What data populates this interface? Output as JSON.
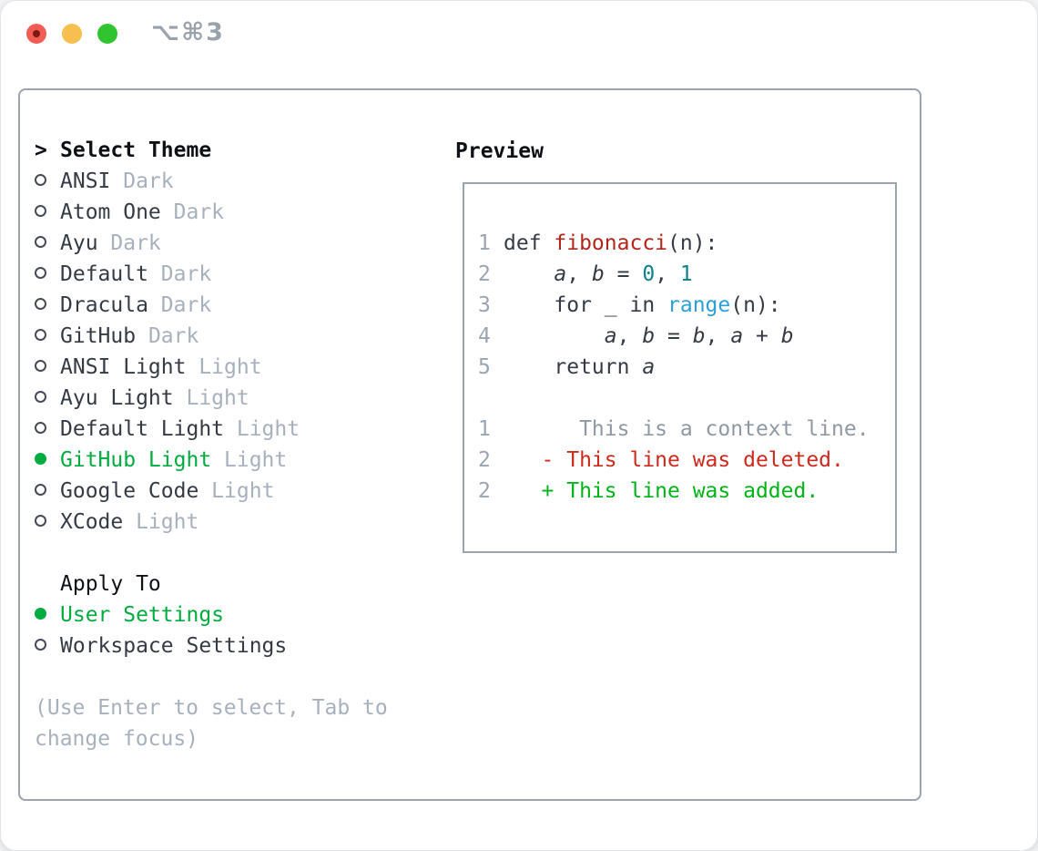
{
  "window": {
    "shortcut_label": "⌥⌘3"
  },
  "theme_list": {
    "prompt": ">",
    "header": "Select Theme",
    "items": [
      {
        "name": "ANSI",
        "variant": "Dark",
        "selected": false
      },
      {
        "name": "Atom One",
        "variant": "Dark",
        "selected": false
      },
      {
        "name": "Ayu",
        "variant": "Dark",
        "selected": false
      },
      {
        "name": "Default",
        "variant": "Dark",
        "selected": false
      },
      {
        "name": "Dracula",
        "variant": "Dark",
        "selected": false
      },
      {
        "name": "GitHub",
        "variant": "Dark",
        "selected": false
      },
      {
        "name": "ANSI Light",
        "variant": "Light",
        "selected": false
      },
      {
        "name": "Ayu Light",
        "variant": "Light",
        "selected": false
      },
      {
        "name": "Default Light",
        "variant": "Light",
        "selected": false
      },
      {
        "name": "GitHub Light",
        "variant": "Light",
        "selected": true
      },
      {
        "name": "Google Code",
        "variant": "Light",
        "selected": false
      },
      {
        "name": "XCode",
        "variant": "Light",
        "selected": false
      }
    ]
  },
  "apply_to": {
    "header": "Apply To",
    "options": [
      {
        "label": "User Settings",
        "selected": true
      },
      {
        "label": "Workspace Settings",
        "selected": false
      }
    ]
  },
  "hint": "(Use Enter to select, Tab to change focus)",
  "preview": {
    "header": "Preview",
    "lines": [
      {
        "num": "1",
        "spans": [
          {
            "t": "def ",
            "c": "fg"
          },
          {
            "t": "fibonacci",
            "c": "func"
          },
          {
            "t": "(n):",
            "c": "fg"
          }
        ]
      },
      {
        "num": "2",
        "spans": [
          {
            "t": "    ",
            "c": "fg"
          },
          {
            "t": "a",
            "c": "fg",
            "i": true
          },
          {
            "t": ", ",
            "c": "fg"
          },
          {
            "t": "b",
            "c": "fg",
            "i": true
          },
          {
            "t": " = ",
            "c": "fg"
          },
          {
            "t": "0",
            "c": "num"
          },
          {
            "t": ", ",
            "c": "fg"
          },
          {
            "t": "1",
            "c": "num"
          }
        ]
      },
      {
        "num": "3",
        "spans": [
          {
            "t": "    for _ in ",
            "c": "fg"
          },
          {
            "t": "range",
            "c": "call"
          },
          {
            "t": "(n):",
            "c": "fg"
          }
        ]
      },
      {
        "num": "4",
        "spans": [
          {
            "t": "        ",
            "c": "fg"
          },
          {
            "t": "a",
            "c": "fg",
            "i": true
          },
          {
            "t": ", ",
            "c": "fg"
          },
          {
            "t": "b",
            "c": "fg",
            "i": true
          },
          {
            "t": " = ",
            "c": "fg"
          },
          {
            "t": "b",
            "c": "fg",
            "i": true
          },
          {
            "t": ", ",
            "c": "fg"
          },
          {
            "t": "a",
            "c": "fg",
            "i": true
          },
          {
            "t": " + ",
            "c": "fg"
          },
          {
            "t": "b",
            "c": "fg",
            "i": true
          }
        ]
      },
      {
        "num": "5",
        "spans": [
          {
            "t": "    return ",
            "c": "fg"
          },
          {
            "t": "a",
            "c": "fg",
            "i": true
          }
        ]
      },
      {
        "num": "",
        "spans": []
      },
      {
        "num": "1",
        "spans": [
          {
            "t": "      This is a context line.",
            "c": "ctx"
          }
        ]
      },
      {
        "num": "2",
        "spans": [
          {
            "t": "   - This line was deleted.",
            "c": "del"
          }
        ]
      },
      {
        "num": "2",
        "spans": [
          {
            "t": "   + This line was added.",
            "c": "add"
          }
        ]
      }
    ]
  },
  "colors": {
    "accent_green": "#00ab3f",
    "dim_gray": "#a7b1bd",
    "text_dark": "#343b44",
    "header_black": "#0e1116",
    "border_gray": "#9aa3ae",
    "line_number_gray": "#9aa5b2",
    "function_red": "#b2261b",
    "number_teal": "#0e7f8c",
    "builtin_blue": "#2b9fd8",
    "context_gray": "#8f99a4",
    "deleted_red": "#cd2a1d",
    "added_green": "#00b418",
    "hollow_circle": "#454c55",
    "traffic_red": "#f25c54",
    "traffic_red_dot": "#7d1712",
    "traffic_yellow": "#f6bf50",
    "traffic_green": "#31c431",
    "shortcut_gray": "#9aa2ab"
  }
}
